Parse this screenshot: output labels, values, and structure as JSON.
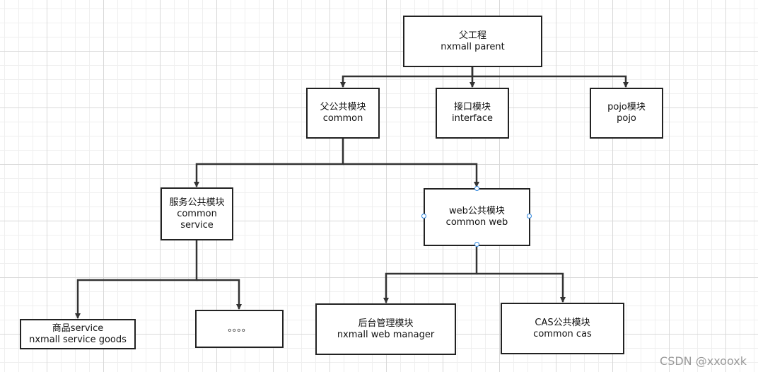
{
  "nodes": {
    "parent": {
      "line1": "父工程",
      "line2": "nxmall parent"
    },
    "common": {
      "line1": "父公共模块",
      "line2": "common"
    },
    "interface": {
      "line1": "接口模块",
      "line2": "interface"
    },
    "pojo": {
      "line1": "pojo模块",
      "line2": "pojo"
    },
    "common_service": {
      "line1": "服务公共模块",
      "line2": "common",
      "line3": "service"
    },
    "common_web": {
      "line1": "web公共模块",
      "line2": "common web"
    },
    "goods": {
      "line1": "商品service",
      "line2": "nxmall service goods"
    },
    "ellipsis": {
      "line1": "。。。。"
    },
    "manager": {
      "line1": "后台管理模块",
      "line2": "nxmall web manager"
    },
    "cas": {
      "line1": "CAS公共模块",
      "line2": "common cas"
    }
  },
  "watermark": "CSDN @xxooxk",
  "colors": {
    "edge": "#333333",
    "border": "#222222",
    "selection": "#2e86de",
    "grid": "#d9d9d9"
  }
}
